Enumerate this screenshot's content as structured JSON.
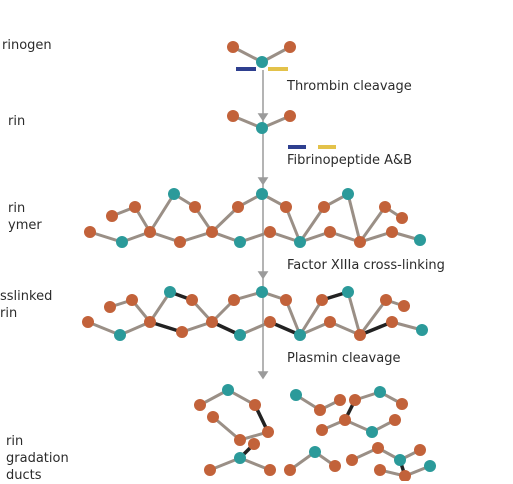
{
  "stage_labels": [
    {
      "id": "fibrinogen",
      "lines": [
        "rinogen"
      ]
    },
    {
      "id": "fibrin",
      "lines": [
        "rin"
      ]
    },
    {
      "id": "fibrin-polymer",
      "lines": [
        "rin",
        "ymer"
      ]
    },
    {
      "id": "crosslinked-fibrin",
      "lines": [
        "sslinked",
        "rin"
      ]
    },
    {
      "id": "degradation-products",
      "lines": [
        "rin",
        "gradation",
        "ducts"
      ]
    }
  ],
  "step_labels": {
    "thrombin": "Thrombin cleavage",
    "fibrinopeptide": "Fibrinopeptide A&B",
    "factor": "Factor XIIIa cross-linking",
    "plasmin": "Plasmin cleavage"
  },
  "colors": {
    "teal": "#2b9a9a",
    "brown": "#c2623a",
    "bond": "#9a8f86",
    "crosslink": "#222222",
    "arrow": "#9b9b9b",
    "peptide_a": "#2e3f8f",
    "peptide_b": "#e3c24a"
  }
}
